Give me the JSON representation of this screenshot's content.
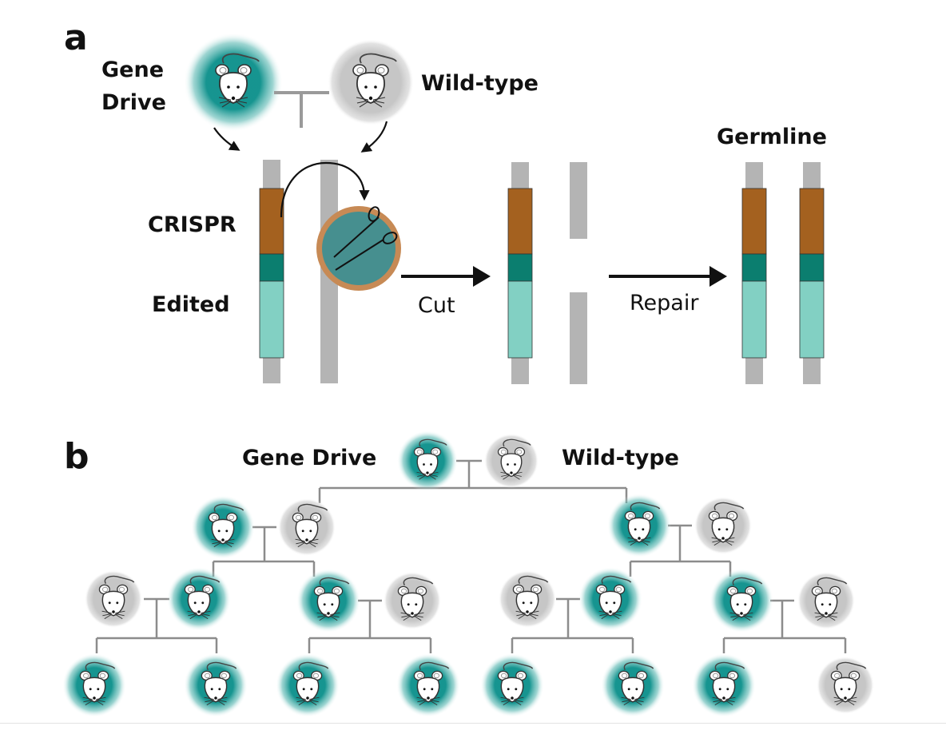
{
  "panel_a": {
    "letter": "a",
    "parent_left_label_line1": "Gene",
    "parent_left_label_line2": "Drive",
    "parent_right_label": "Wild-type",
    "crispr_label": "CRISPR",
    "edited_label": "Edited",
    "cut_label": "Cut",
    "repair_label": "Repair",
    "germline_label": "Germline"
  },
  "panel_b": {
    "letter": "b",
    "parent_left_label": "Gene Drive",
    "parent_right_label": "Wild-type"
  },
  "colors": {
    "crispr": "#a4611f",
    "edited_dark": "#0b7e6f",
    "edited_light": "#82d0c3",
    "chromosome": "#b4b4b4",
    "gene_drive_glow": "#0a8f8a",
    "wild_type_glow": "#bdbdbd",
    "nuclease_fill": "#3f8f92",
    "nuclease_ring": "#c78a55",
    "tree_line": "#8c8c8c"
  },
  "icons": [
    "mouse-icon",
    "scissors-icon"
  ]
}
